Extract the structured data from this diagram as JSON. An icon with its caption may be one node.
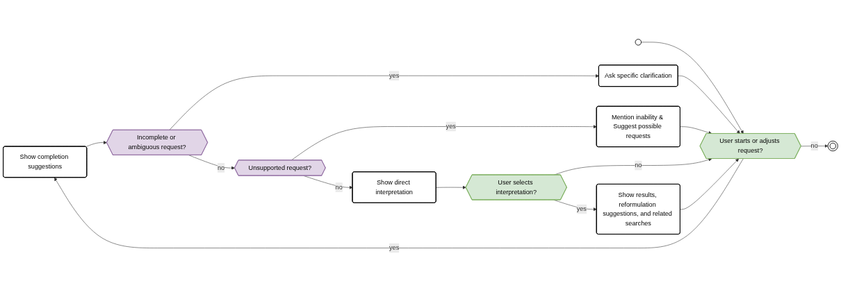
{
  "diagram": {
    "nodes": [
      {
        "text": [
          "Show completion suggestions"
        ]
      },
      {
        "text": [
          "Incomplete or ambiguous request?"
        ]
      },
      {
        "text": [
          "Unsupported request?"
        ]
      },
      {
        "text": [
          "Show direct interpretation"
        ]
      },
      {
        "text": [],
        "shape": "circle"
      },
      {
        "text": [
          "Ask specific clarification"
        ]
      },
      {
        "text": [
          "Mention inability & Suggest possible requests"
        ]
      },
      {
        "text": [
          "User starts or adjusts request?"
        ]
      },
      {
        "text": [
          "User selects interpretation?"
        ]
      },
      {
        "text": [],
        "shape": "circle"
      },
      {
        "text": [
          "Show results, reformulation suggestions, and related searches"
        ]
      }
    ],
    "edges": [
      {
        "from": 4,
        "to": 7,
        "arrow": "to"
      },
      {
        "from": 7,
        "to": 0,
        "arrow": "to",
        "label": "yes"
      },
      {
        "from": 0,
        "to": 1,
        "arrow": "to"
      },
      {
        "from": 1,
        "to": 2,
        "arrow": "to",
        "label": "no"
      },
      {
        "from": 2,
        "to": 3,
        "arrow": "to",
        "label": "no"
      },
      {
        "from": 1,
        "to": 5,
        "arrow": "to",
        "label": "yes"
      },
      {
        "from": 2,
        "to": 6,
        "arrow": "to",
        "label": "yes"
      },
      {
        "from": 3,
        "to": 8,
        "arrow": "to"
      },
      {
        "from": 5,
        "to": 7,
        "arrow": "to"
      },
      {
        "from": 6,
        "to": 7,
        "arrow": "to"
      },
      {
        "from": 8,
        "to": 7,
        "arrow": "to",
        "label": "no"
      },
      {
        "from": 8,
        "to": 10,
        "arrow": "to",
        "label": "yes"
      },
      {
        "from": 10,
        "to": 7,
        "arrow": "to"
      },
      {
        "from": 7,
        "to": 9,
        "arrow": "to",
        "label": "no"
      }
    ]
  }
}
